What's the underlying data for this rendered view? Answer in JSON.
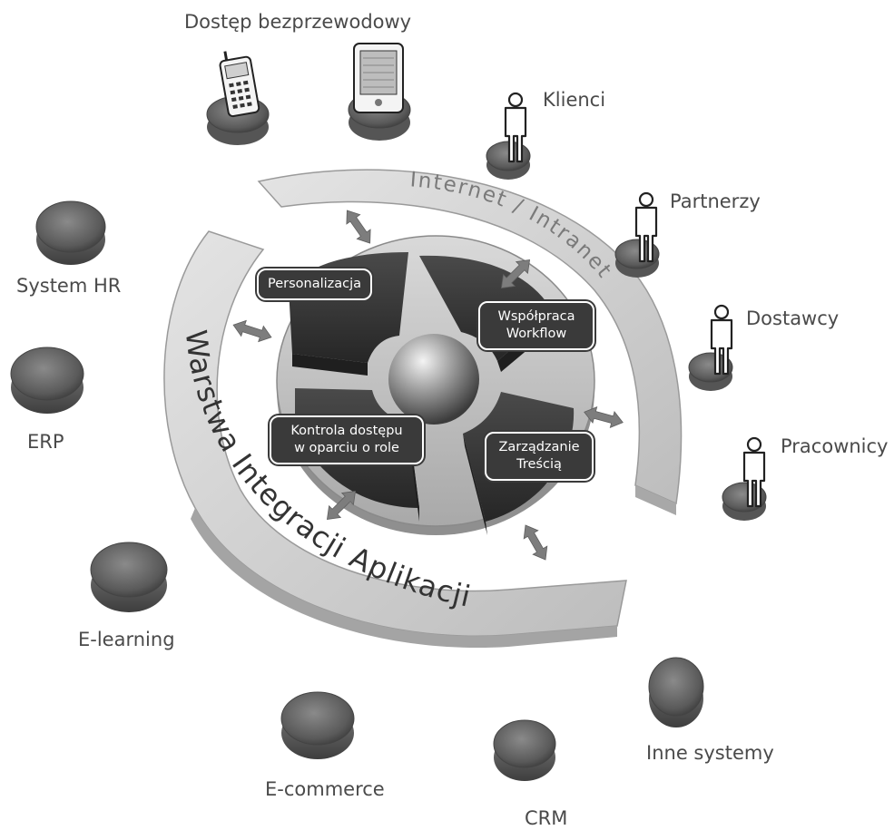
{
  "wireless": {
    "label": "Dostęp bezprzewodowy",
    "icons": [
      "mobile-phone-icon",
      "pda-icon"
    ]
  },
  "outer_ring": {
    "label": "Internet / Intranet"
  },
  "inner_ring": {
    "label": "Warstwa Integracji Aplikacji"
  },
  "segments": {
    "personalization": "Personalizacja",
    "collaboration": {
      "line1": "Współpraca",
      "line2": "Workflow"
    },
    "access_control": {
      "line1": "Kontrola dostępu",
      "line2": "w oparciu o role"
    },
    "content": {
      "line1": "Zarządzanie",
      "line2": "Treścią"
    }
  },
  "users": [
    {
      "label": "Klienci",
      "icon": "person-icon"
    },
    {
      "label": "Partnerzy",
      "icon": "person-icon"
    },
    {
      "label": "Dostawcy",
      "icon": "person-icon"
    },
    {
      "label": "Pracownicy",
      "icon": "person-icon"
    }
  ],
  "systems": [
    {
      "label": "System HR"
    },
    {
      "label": "ERP"
    },
    {
      "label": "E-learning"
    },
    {
      "label": "E-commerce"
    },
    {
      "label": "CRM"
    },
    {
      "label": "Inne systemy"
    }
  ],
  "colors": {
    "segment": "#3a3a3a",
    "ring": "#c6c6c6",
    "text": "#4a4a4a",
    "sphere": "#8a8a8a"
  }
}
